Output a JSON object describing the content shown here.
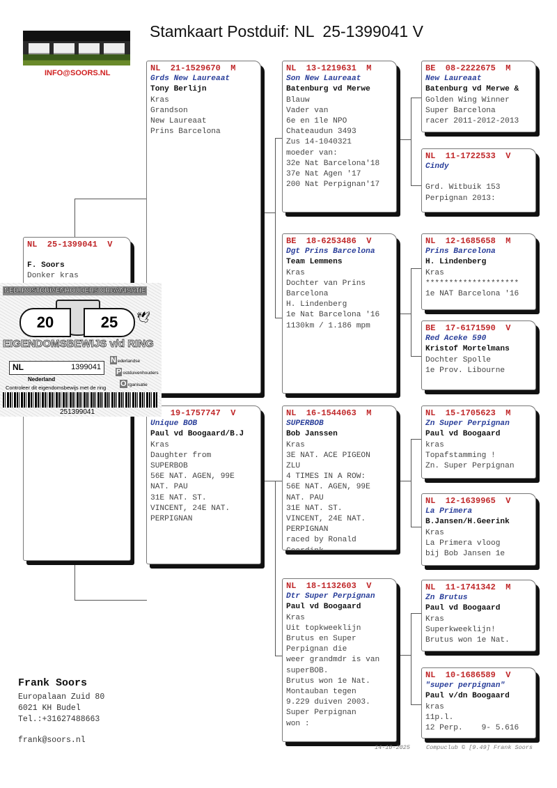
{
  "header": {
    "title": "Stamkaart Postduif: NL  25-1399041 V",
    "logo_email": "INFO@SOORS.NL"
  },
  "boxes": [
    {
      "id": "subject",
      "ring": "NL  25-1399041  V",
      "name": "",
      "owner": "F. Soors",
      "lines": [
        "Donker kras"
      ]
    },
    {
      "id": "sire",
      "ring": "NL  21-1529670  M",
      "name": "Grds New Laureaat",
      "owner": "Tony Berlijn",
      "lines": [
        "Kras",
        "Grandson",
        "New Laureaat",
        "Prins Barcelona"
      ]
    },
    {
      "id": "dam",
      "ring": "NL  19-1757747  V",
      "name": "Unique BOB",
      "owner": "Paul vd Boogaard/B.J",
      "lines": [
        "Kras",
        "Daughter from",
        "SUPERBOB",
        "56E NAT. AGEN, 99E",
        "NAT. PAU",
        "31E NAT. ST.",
        "VINCENT, 24E NAT.",
        "PERPIGNAN"
      ]
    },
    {
      "id": "ss",
      "ring": "NL  13-1219631  M",
      "name": "Son New Laureaat",
      "owner": "Batenburg vd Merwe",
      "lines": [
        "Blauw",
        "Vader van",
        "6e en 1le NPO",
        "Chateaudun 3493",
        "Zus 14-1040321",
        "moeder van:",
        "32e Nat Barcelona'18",
        "37e Nat Agen '17",
        "200 Nat Perpignan'17"
      ]
    },
    {
      "id": "sd",
      "ring": "BE  18-6253486  V",
      "name": "Dgt Prins Barcelona",
      "owner": "Team Lemmens",
      "lines": [
        "Kras",
        "Dochter van Prins",
        "Barcelona",
        "H. Lindenberg",
        "1e Nat Barcelona '16",
        "1130km / 1.186 mpm"
      ]
    },
    {
      "id": "ds",
      "ring": "NL  16-1544063  M",
      "name": "SUPERBOB",
      "owner": "Bob Janssen",
      "lines": [
        "Kras",
        "3E NAT. ACE PIGEON",
        "ZLU",
        "4 TIMES IN A ROW:",
        "56E NAT. AGEN, 99E",
        "NAT. PAU",
        "31E NAT. ST.",
        "VINCENT, 24E NAT.",
        "PERPIGNAN",
        "raced by Ronald",
        "Geerdink"
      ]
    },
    {
      "id": "dd",
      "ring": "NL  18-1132603  V",
      "name": "Dtr Super Perpignan",
      "owner": "Paul vd Boogaard",
      "lines": [
        "Kras",
        "Uit topkweeklijn",
        "Brutus en Super",
        "Perpignan die",
        "weer grandmdr is van",
        "superBOB.",
        "Brutus won 1e Nat.",
        "Montauban tegen",
        "9.229 duiven 2003.",
        "Super Perpignan",
        "won :"
      ]
    },
    {
      "id": "sss",
      "ring": "BE  08-2222675  M",
      "name": "New Laureaat",
      "owner": "Batenburg vd Merwe &",
      "lines": [
        "Golden Wing Winner",
        "Super Barcelona",
        "racer 2011-2012-2013"
      ]
    },
    {
      "id": "ssd",
      "ring": "NL  11-1722533  V",
      "name": "Cindy",
      "owner": "",
      "lines": [
        "",
        "Grd. Witbuik 153",
        "Perpignan 2013:"
      ]
    },
    {
      "id": "sds",
      "ring": "NL  12-1685658  M",
      "name": "Prins Barcelona",
      "owner": "H. Lindenberg",
      "lines": [
        "Kras",
        "********************",
        "1e NAT Barcelona '16"
      ]
    },
    {
      "id": "sdd",
      "ring": "BE  17-6171590  V",
      "name": "Red Aceke 590",
      "owner": "Kristof Mortelmans",
      "lines": [
        "",
        "Dochter Spolle",
        "1e Prov. Libourne"
      ]
    },
    {
      "id": "dss",
      "ring": "NL  15-1705623  M",
      "name": "Zn Super Perpignan",
      "owner": "Paul vd Boogaard",
      "lines": [
        "kras",
        "Topafstamming !",
        "Zn. Super Perpignan"
      ]
    },
    {
      "id": "dsd",
      "ring": "NL  12-1639965  V",
      "name": "La Primera",
      "owner": "B.Jansen/H.Geerink",
      "lines": [
        "Kras",
        "La Primera vloog",
        "bij Bob Jansen 1e"
      ]
    },
    {
      "id": "dds",
      "ring": "NL  11-1741342  M",
      "name": "Zn Brutus",
      "owner": "Paul vd Boogaard",
      "lines": [
        "Kras",
        "Superkweeklijn!",
        "Brutus won 1e Nat."
      ]
    },
    {
      "id": "ddd",
      "ring": "NL  10-1686589  V",
      "name": "\"super perpignan\"",
      "owner": "Paul v/dn Boogaard",
      "lines": [
        "kras",
        "11p.l.",
        "12 Perp.    9- 5.616"
      ]
    }
  ],
  "ownership_card": {
    "organisation": "NED. POSTDUIVENHOUDERS ORGANISATIE",
    "year_left": "20",
    "year_right": "25",
    "title": "EIGENDOMSBEWIJS v/d RING",
    "country_code": "NL",
    "ring_number": "1399041",
    "npo_lines": [
      "ederlandse",
      "ostduivenhouders",
      "rganisatie"
    ],
    "npo_letters": [
      "N",
      "P",
      "O"
    ],
    "country": "Nederland",
    "check_text": "Controleer dit eigendomsbewijs met de ring",
    "barcode_number": "251399041"
  },
  "breeder": {
    "name": "Frank Soors",
    "address1": "Europalaan Zuid 80",
    "address2": "6021 KH  Budel",
    "phone": "Tel.:+31627488663",
    "email": "frank@soors.nl"
  },
  "footer": {
    "date": "14-10-2025",
    "software": "Compuclub © [9.49]  Frank Soors"
  }
}
